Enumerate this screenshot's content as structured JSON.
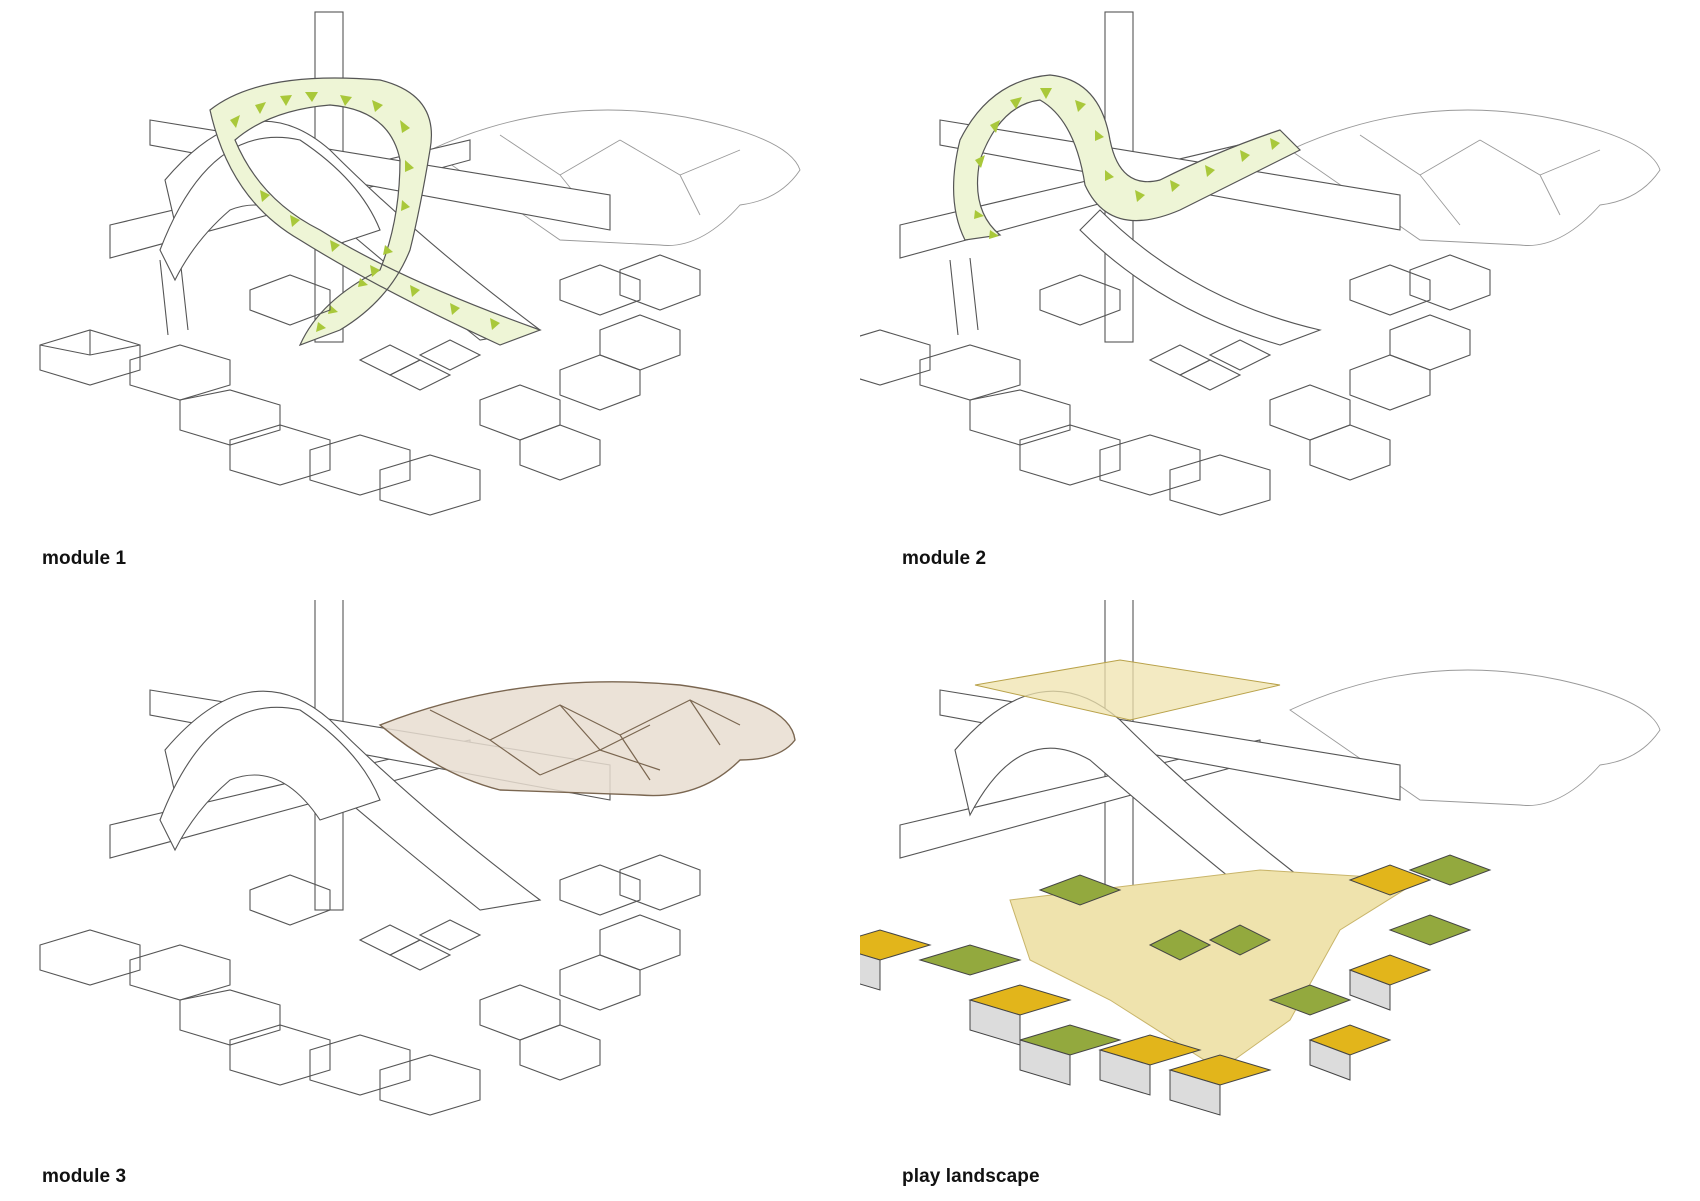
{
  "panels": [
    {
      "id": "module-1",
      "caption": "module 1",
      "highlight": "ribbon-vertical-loop"
    },
    {
      "id": "module-2",
      "caption": "module 2",
      "highlight": "ribbon-horizontal-loop"
    },
    {
      "id": "module-3",
      "caption": "module 3",
      "highlight": "net-canopy"
    },
    {
      "id": "play-landscape",
      "caption": "play landscape",
      "highlight": "ground-tiles"
    }
  ],
  "colors": {
    "line": "#555555",
    "ribbon_green": "#a9c83a",
    "net_brown": "#7a6650",
    "tile_yellow": "#e2b51b",
    "tile_green": "#93a93e",
    "tile_side": "#dcdcdc",
    "sand": "#efe3ad"
  }
}
